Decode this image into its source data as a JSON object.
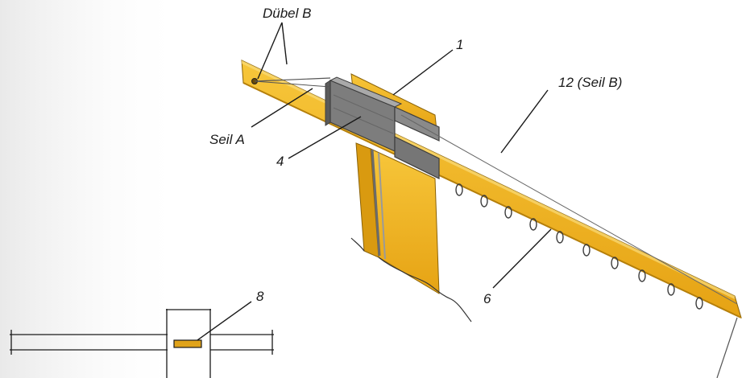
{
  "labels": {
    "dubel_b": "Dübel B",
    "part_1": "1",
    "seil_b": "12 (Seil B)",
    "seil_a": "Seil A",
    "part_4": "4",
    "part_8": "8",
    "part_6": "6"
  },
  "colors": {
    "wood": "#f2b21f",
    "wood_dark": "#c98a0c",
    "metal": "#7d7d7d",
    "metal_dark": "#4f4f4f",
    "ink": "#1a1a1a"
  }
}
